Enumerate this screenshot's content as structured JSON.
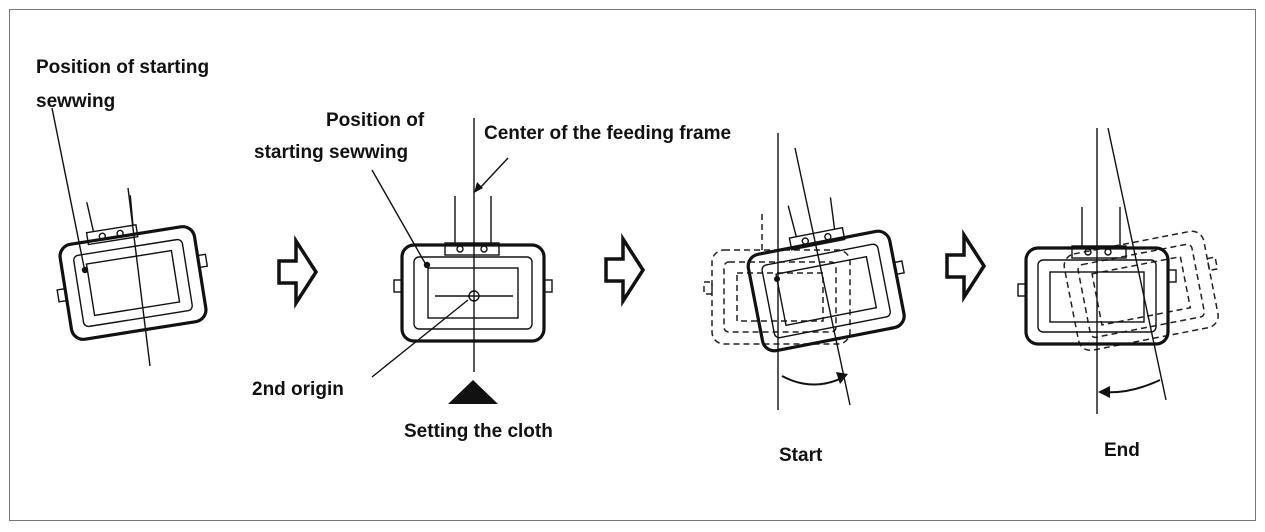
{
  "labels": {
    "pos_start_1_line1": "Position of starting",
    "pos_start_1_line2": "sewwing",
    "pos_start_2_line1": "Position of",
    "pos_start_2_line2": "starting sewwing",
    "center_frame": "Center of the feeding frame",
    "second_origin": "2nd origin",
    "setting_cloth": "Setting the cloth",
    "start": "Start",
    "end": "End"
  }
}
